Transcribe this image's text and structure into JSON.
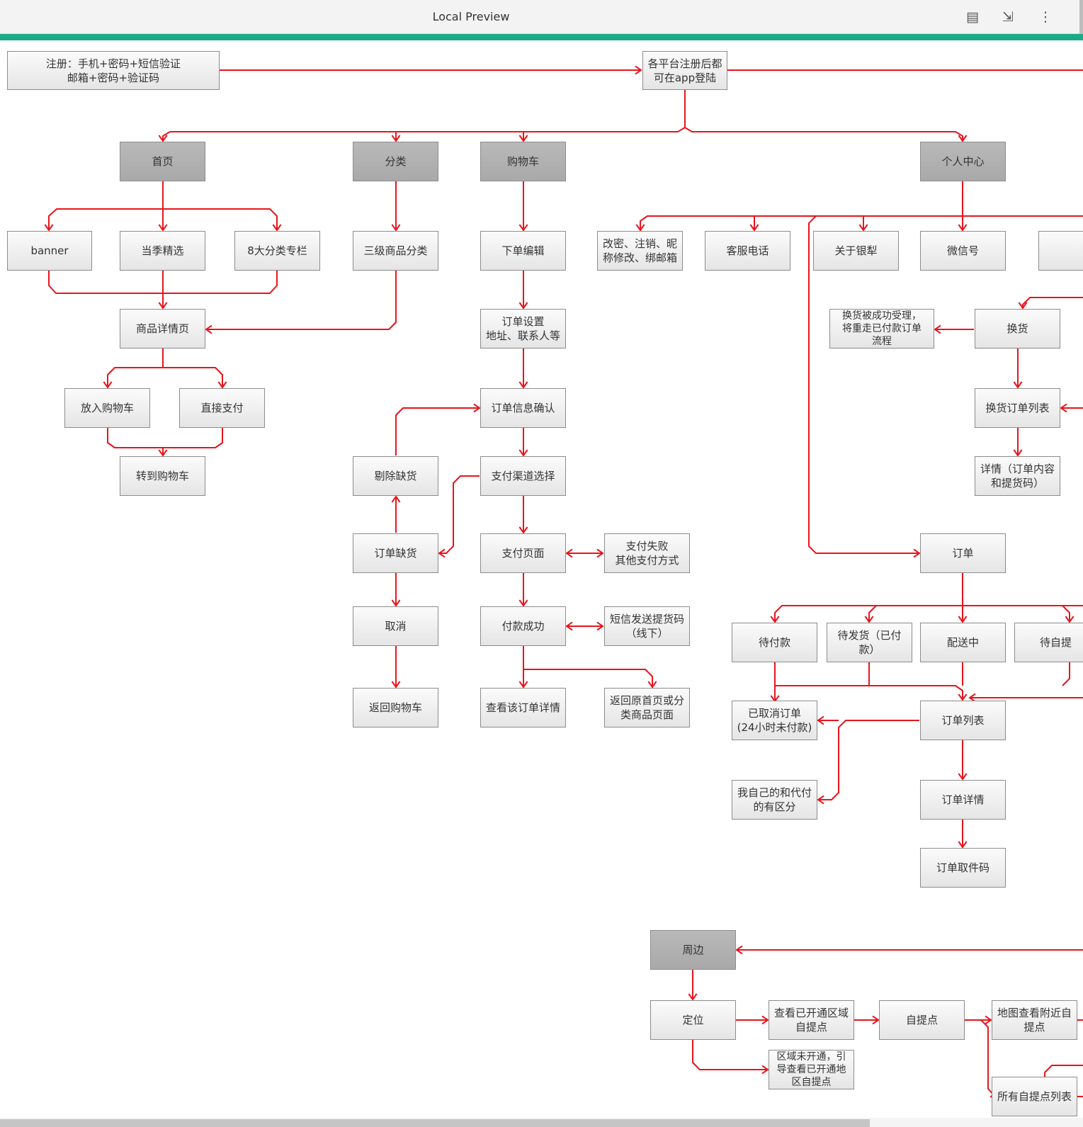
{
  "window": {
    "title": "Local Preview",
    "icons": [
      "document-icon",
      "export-icon",
      "more-vertical-icon"
    ]
  },
  "colors": {
    "accent": "#1aab87",
    "connector": "#e8141c"
  },
  "nodes": {
    "register": "注册：手机+密码+短信验证\n邮箱+密码+验证码",
    "login": "各平台注册后都\n可在app登陆",
    "home": "首页",
    "category": "分类",
    "cart": "购物车",
    "profile": "个人中心",
    "banner": "banner",
    "seasonal": "当季精选",
    "eight_cat": "8大分类专栏",
    "three_level": "三级商品分类",
    "order_edit": "下单编辑",
    "change_pwd": "改密、注销、昵\n称修改、绑邮箱",
    "service_phone": "客服电话",
    "about": "关于银犁",
    "wechat": "微信号",
    "product_detail": "商品详情页",
    "order_setting": "订单设置\n地址、联系人等",
    "exchange_done": "换货被成功受理，\n将重走已付款订单\n流程",
    "exchange": "换货",
    "add_cart": "放入购物车",
    "direct_pay": "直接支付",
    "order_confirm": "订单信息确认",
    "exchange_list": "换货订单列表",
    "to_cart": "转到购物车",
    "remove_out": "剔除缺货",
    "pay_channel": "支付渠道选择",
    "exchange_detail": "详情（订单内容\n和提货码）",
    "out_of_stock": "订单缺货",
    "pay_page": "支付页面",
    "pay_fail": "支付失败\n其他支付方式",
    "order": "订单",
    "cancel": "取消",
    "pay_success": "付款成功",
    "sms_code": "短信发送提货码\n（线下）",
    "pending_pay": "待付款",
    "pending_ship": "待发货（已付\n款）",
    "delivering": "配送中",
    "pending_pickup": "待自提",
    "back_cart": "返回购物车",
    "view_order": "查看该订单详情",
    "back_home": "返回原首页或分\n类商品页面",
    "cancelled": "已取消订单\n(24小时未付款)",
    "order_list": "订单列表",
    "mine_proxy": "我自己的和代付\n的有区分",
    "order_detail": "订单详情",
    "pickup_code": "订单取件码",
    "nearby": "周边",
    "locate": "定位",
    "view_open": "查看已开通区域\n自提点",
    "self_pickup": "自提点",
    "map_nearby": "地图查看附近自\n提点",
    "not_open": "区域未开通，引\n导查看已开通地\n区自提点",
    "all_points": "所有自提点列表"
  }
}
